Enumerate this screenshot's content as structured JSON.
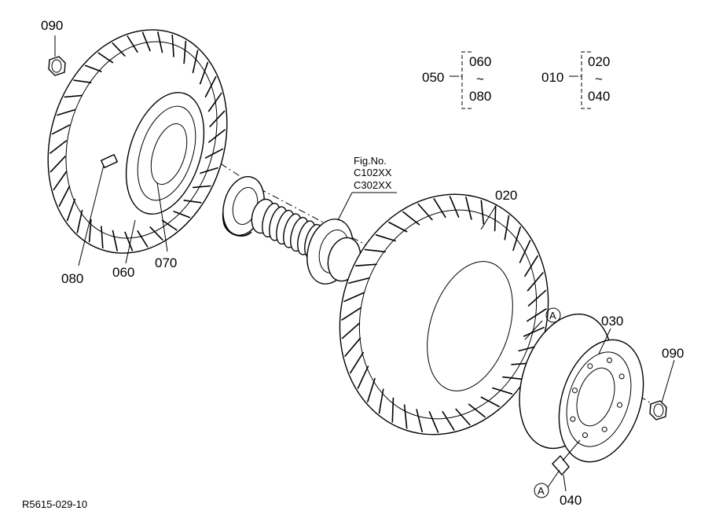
{
  "labels": {
    "p090_top": "090",
    "p090_right": "090",
    "p080": "080",
    "p060": "060",
    "p070": "070",
    "p020": "020",
    "p030": "030",
    "p040": "040",
    "ref_a_upper": "A",
    "ref_a_lower": "A"
  },
  "fig_ref": {
    "title": "Fig.No.",
    "lines": [
      "C102XX",
      "C302XX"
    ]
  },
  "legend_groups": [
    {
      "parent": "050",
      "from": "060",
      "tilde": "~",
      "to": "080"
    },
    {
      "parent": "010",
      "from": "020",
      "tilde": "~",
      "to": "040"
    }
  ],
  "drawing_code": "R5615-029-10"
}
